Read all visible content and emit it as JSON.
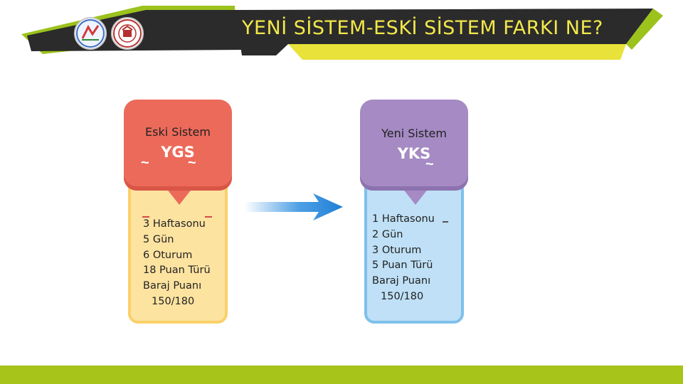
{
  "header": {
    "title": "YENİ SİSTEM-ESKİ SİSTEM FARKI NE?",
    "banner_color": "#2b2b2b",
    "accent_green": "#9cc21c",
    "accent_yellow": "#f2e84a",
    "logos": [
      "logo-emblem",
      "logo-meb"
    ]
  },
  "old_system": {
    "label": "Eski Sistem",
    "code": "YGS",
    "items": [
      "3 Haftasonu",
      "5 Gün",
      "6 Oturum",
      "18 Puan Türü",
      "Baraj Puanı",
      "150/180"
    ],
    "head_color": "#ec6a5a",
    "body_color": "#fde3a0"
  },
  "new_system": {
    "label": "Yeni Sistem",
    "code": "YKS",
    "items": [
      "1 Haftasonu",
      "2 Gün",
      "3 Oturum",
      "5 Puan Türü",
      "Baraj Puanı",
      "150/180"
    ],
    "head_color": "#a58ac4",
    "body_color": "#bfe0f6"
  },
  "arrow": {
    "icon": "arrow-right-icon",
    "color": "#2f8fe0"
  },
  "footer": {
    "bar_color": "#a6c41a"
  }
}
